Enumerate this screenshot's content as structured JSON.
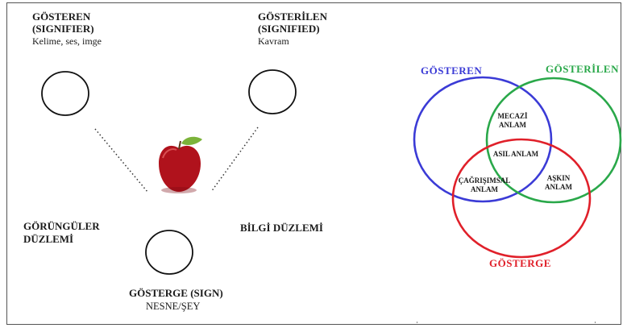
{
  "left_diagram": {
    "signifier": {
      "title_1": "GÖSTEREN",
      "title_2": "(SIGNIFIER)",
      "desc": "Kelime, ses, imge"
    },
    "signified": {
      "title_1": "GÖSTERİLEN",
      "title_2": "(SIGNIFIED)",
      "desc": "Kavram"
    },
    "sign": {
      "title": "GÖSTERGE (SIGN)",
      "desc": "NESNE/ŞEY"
    },
    "plane_left": {
      "line_1": "GÖRÜNGÜLER",
      "line_2": "DÜZLEMİ"
    },
    "plane_right": "BİLGİ DÜZLEMİ",
    "apple_icon": "apple-icon"
  },
  "venn": {
    "labels": {
      "gosteren": "GÖSTEREN",
      "gosterilen": "GÖSTERİLEN",
      "gosterge": "GÖSTERGE"
    },
    "regions": {
      "mecazi": {
        "line_1": "MECAZİ",
        "line_2": "ANLAM"
      },
      "asil": "ASIL ANLAM",
      "cagrisimsal": {
        "line_1": "ÇAĞRIŞIMSAL",
        "line_2": "ANLAM"
      },
      "askin": {
        "line_1": "AŞKIN",
        "line_2": "ANLAM"
      }
    },
    "colors": {
      "gosteren": "#3b3bd6",
      "gosterilen": "#2aa84a",
      "gosterge": "#e0202a"
    }
  }
}
